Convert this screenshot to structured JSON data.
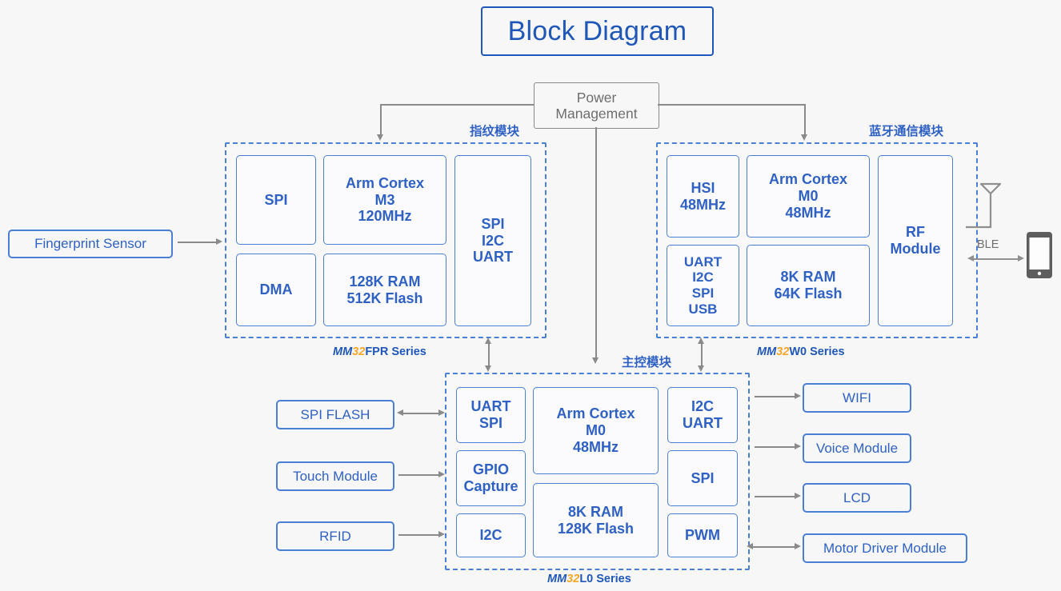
{
  "title": "Block Diagram",
  "power": {
    "label": "Power\nManagement",
    "line1": "Power",
    "line2": "Management"
  },
  "groups": {
    "fingerprint": {
      "caption_cn": "指纹模块",
      "series_mm": "MM",
      "series_32": "32",
      "series_rest": "FPR Series",
      "blocks": [
        {
          "name": "spi",
          "label": "SPI"
        },
        {
          "name": "core",
          "label": "Arm Cortex\nM3\n120MHz",
          "l1": "Arm Cortex",
          "l2": "M3",
          "l3": "120MHz"
        },
        {
          "name": "periph",
          "label": "SPI\nI2C\nUART",
          "l1": "SPI",
          "l2": "I2C",
          "l3": "UART"
        },
        {
          "name": "dma",
          "label": "DMA"
        },
        {
          "name": "memory",
          "label": "128K RAM\n512K Flash",
          "l1": "128K RAM",
          "l2": "512K Flash"
        }
      ]
    },
    "bluetooth": {
      "caption_cn": "蓝牙通信模块",
      "series_mm": "MM",
      "series_32": "32",
      "series_rest": "W0 Series",
      "blocks": [
        {
          "name": "hsi",
          "label": "HSI\n48MHz",
          "l1": "HSI",
          "l2": "48MHz"
        },
        {
          "name": "core",
          "label": "Arm Cortex\nM0\n48MHz",
          "l1": "Arm Cortex",
          "l2": "M0",
          "l3": "48MHz"
        },
        {
          "name": "rf",
          "label": "RF\nModule",
          "l1": "RF",
          "l2": "Module"
        },
        {
          "name": "periph",
          "label": "UART\nI2C\nSPI\nUSB",
          "l1": "UART",
          "l2": "I2C",
          "l3": "SPI",
          "l4": "USB"
        },
        {
          "name": "memory",
          "label": "8K RAM\n64K Flash",
          "l1": "8K RAM",
          "l2": "64K Flash"
        }
      ]
    },
    "maincontrol": {
      "caption_cn": "主控模块",
      "series_mm": "MM",
      "series_32": "32",
      "series_rest": "L0 Series",
      "blocks": [
        {
          "name": "uart-spi",
          "label": "UART\nSPI",
          "l1": "UART",
          "l2": "SPI"
        },
        {
          "name": "gpio-capture",
          "label": "GPIO\nCapture",
          "l1": "GPIO",
          "l2": "Capture"
        },
        {
          "name": "i2c",
          "label": "I2C"
        },
        {
          "name": "core",
          "label": "Arm Cortex\nM0\n48MHz",
          "l1": "Arm Cortex",
          "l2": "M0",
          "l3": "48MHz"
        },
        {
          "name": "memory",
          "label": "8K RAM\n128K Flash",
          "l1": "8K RAM",
          "l2": "128K Flash"
        },
        {
          "name": "i2c-uart",
          "label": "I2C\nUART",
          "l1": "I2C",
          "l2": "UART"
        },
        {
          "name": "spi",
          "label": "SPI"
        },
        {
          "name": "pwm",
          "label": "PWM"
        }
      ]
    }
  },
  "peripherals": {
    "fingerprint_sensor": "Fingerprint Sensor",
    "left": [
      {
        "name": "spi-flash",
        "label": "SPI FLASH"
      },
      {
        "name": "touch-module",
        "label": "Touch Module"
      },
      {
        "name": "rfid",
        "label": "RFID"
      }
    ],
    "right": [
      {
        "name": "wifi",
        "label": "WIFI"
      },
      {
        "name": "voice-module",
        "label": "Voice Module"
      },
      {
        "name": "lcd",
        "label": "LCD"
      },
      {
        "name": "motor-driver-module",
        "label": "Motor Driver Module"
      }
    ]
  },
  "wireless": {
    "ble_label": "BLE"
  },
  "colors": {
    "accent_blue": "#2f61c4",
    "border_blue": "#4a7fd4",
    "title_blue": "#1f57b8",
    "orange": "#f5a623",
    "grey_line": "#8a8a8a",
    "background": "#f7f7f7"
  }
}
